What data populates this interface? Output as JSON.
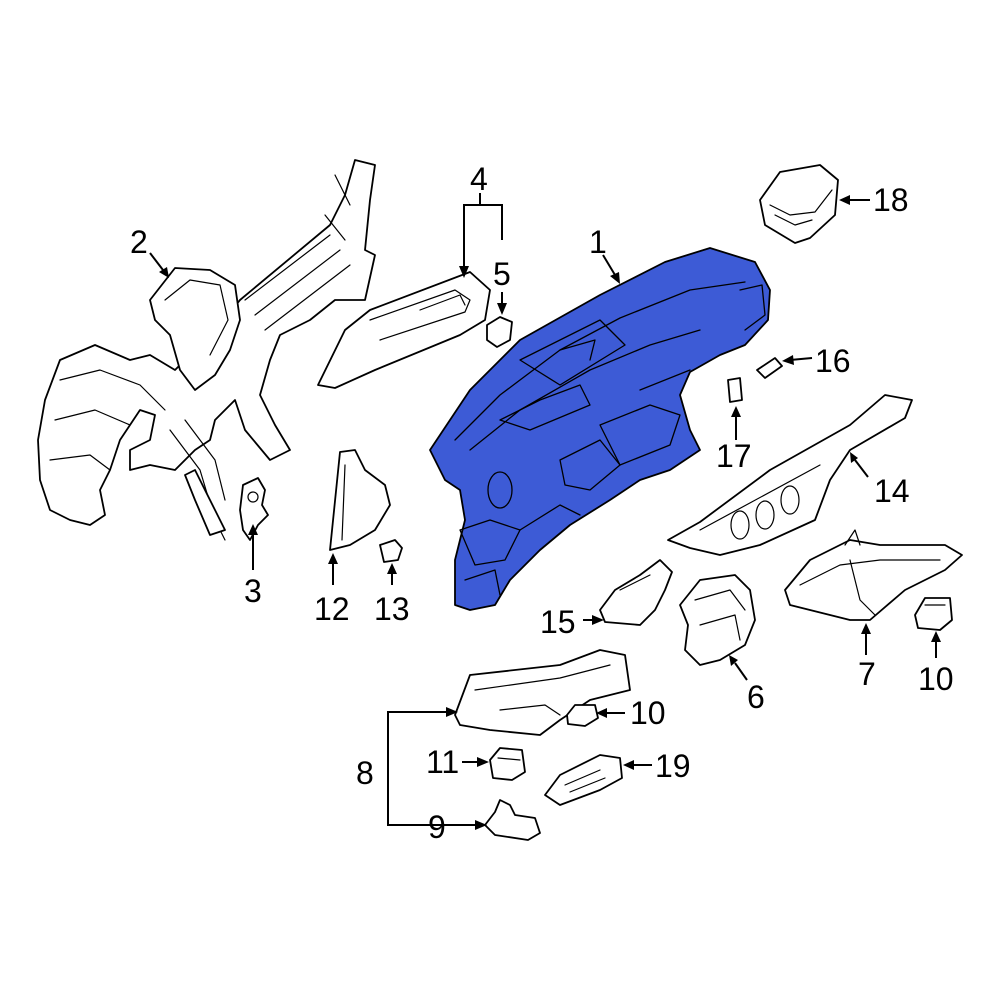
{
  "colors": {
    "background": "#ffffff",
    "line": "#000000",
    "highlight": "#3d5bd6"
  },
  "callouts": {
    "c1": "1",
    "c2": "2",
    "c3": "3",
    "c4": "4",
    "c5": "5",
    "c6": "6",
    "c7": "7",
    "c8": "8",
    "c9": "9",
    "c10a": "10",
    "c10b": "10",
    "c11": "11",
    "c12": "12",
    "c13": "13",
    "c14": "14",
    "c15": "15",
    "c16": "16",
    "c17": "17",
    "c18": "18",
    "c19": "19"
  }
}
